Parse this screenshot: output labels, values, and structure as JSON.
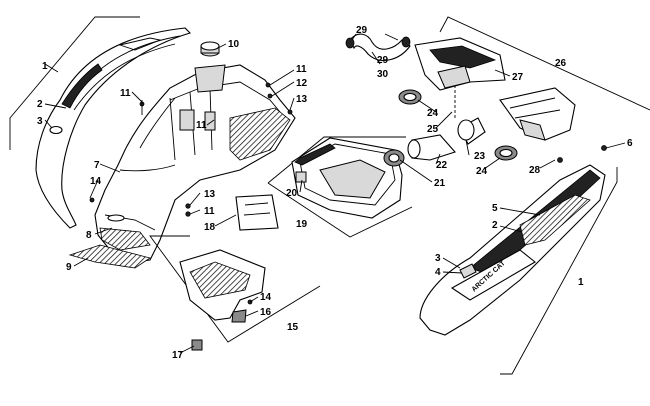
{
  "callouts": {
    "c1a": "1",
    "c1b": "1",
    "c2a": "2",
    "c2b": "2",
    "c3a": "3",
    "c3b": "3",
    "c4": "4",
    "c5": "5",
    "c6": "6",
    "c7": "7",
    "c8": "8",
    "c9": "9",
    "c10": "10",
    "c11a": "11",
    "c11b": "11",
    "c11c": "11",
    "c11d": "11",
    "c12": "12",
    "c13a": "13",
    "c13b": "13",
    "c14a": "14",
    "c14b": "14",
    "c15": "15",
    "c16": "16",
    "c17": "17",
    "c18": "18",
    "c19": "19",
    "c20": "20",
    "c21": "21",
    "c22": "22",
    "c23": "23",
    "c24a": "24",
    "c24b": "24",
    "c25": "25",
    "c26": "26",
    "c27": "27",
    "c28": "28",
    "c29a": "29",
    "c29b": "29",
    "c30": "30"
  },
  "decal_text": "ARCTIC CAT",
  "colors": {
    "line": "#000000",
    "fill": "#ffffff",
    "shade": "#d9d9d9",
    "dark": "#222222"
  }
}
